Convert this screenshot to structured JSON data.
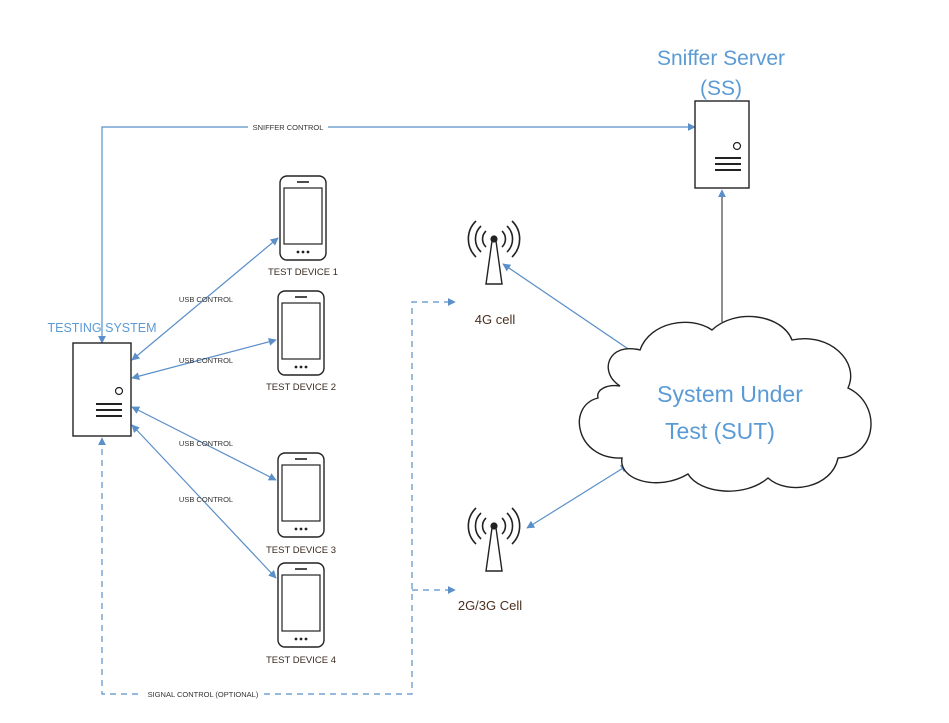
{
  "colors": {
    "line": "#5B8FC9",
    "text_blue": "#5B9BD5",
    "text_dark": "#222222",
    "cell_text": "#4a3020"
  },
  "sniffer_server": {
    "title_line1": "Sniffer Server",
    "title_line2": "(SS)"
  },
  "testing_system": {
    "title": "TESTING SYSTEM"
  },
  "devices": [
    {
      "label": "TEST DEVICE 1"
    },
    {
      "label": "TEST DEVICE 2"
    },
    {
      "label": "TEST DEVICE 3"
    },
    {
      "label": "TEST DEVICE 4"
    }
  ],
  "cells": [
    {
      "label": "4G cell"
    },
    {
      "label": "2G/3G Cell"
    }
  ],
  "sut": {
    "line1": "System Under",
    "line2": "Test (SUT)"
  },
  "connections": {
    "sniffer_control": "SNIFFER CONTROL",
    "usb_control": "USB CONTROL",
    "signal_control": "SIGNAL CONTROL (OPTIONAL)"
  }
}
